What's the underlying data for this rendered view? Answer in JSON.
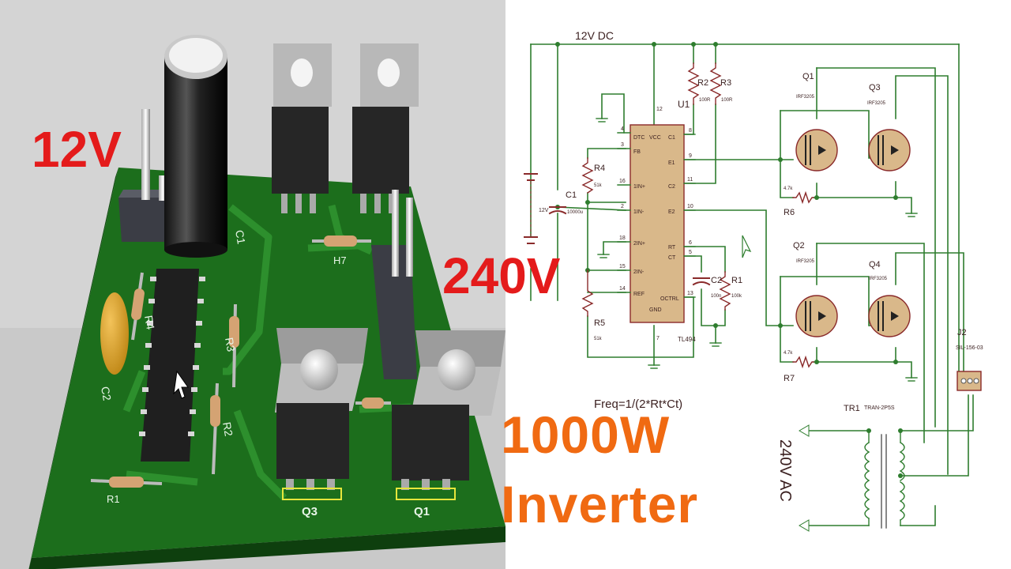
{
  "overlay": {
    "label_12v": "12V",
    "label_240v": "240V",
    "title_line1": "1000W",
    "title_line2": "Inverter"
  },
  "pcb": {
    "silkscreen": {
      "c1": "C1",
      "c2": "C2",
      "r1": "R1",
      "r2": "R2",
      "r3": "R3",
      "r4": "R4",
      "q1": "Q1",
      "q3": "Q3",
      "h7": "H7"
    }
  },
  "schematic": {
    "supply_label": "12V DC",
    "battery_label": "12V",
    "ic": {
      "ref": "U1",
      "part": "TL494",
      "pins_left": [
        "DTC",
        "FB",
        "1IN+",
        "1IN-",
        "2IN+",
        "2IN-",
        "REF"
      ],
      "pins_left_num": [
        "4",
        "3",
        "16",
        "2",
        "18",
        "15",
        "14"
      ],
      "pins_right": [
        "C1",
        "E1",
        "C2",
        "E2",
        "RT",
        "CT",
        "OCTRL"
      ],
      "pins_right_num": [
        "8",
        "9",
        "11",
        "10",
        "6",
        "5",
        "13"
      ],
      "vcc": "VCC",
      "vcc_num": "12",
      "gnd": "GND",
      "gnd_num": "7"
    },
    "components": {
      "r2": "R2",
      "r2_val": "100R",
      "r3": "R3",
      "r3_val": "100R",
      "r4": "R4",
      "r4_val": "51k",
      "r5": "R5",
      "r5_val": "51k",
      "r1": "R1",
      "r1_val": "100k",
      "c1": "C1",
      "c1_val": "10000u",
      "c2": "C2",
      "c2_val": "100n",
      "q1": "Q1",
      "q1_part": "IRF3205",
      "q3": "Q3",
      "q3_part": "IRF3205",
      "q2": "Q2",
      "q2_part": "IRF3205",
      "q4": "Q4",
      "q4_part": "IRF3205",
      "r6": "R6",
      "r6_val": "4.7k",
      "r7": "R7",
      "r7_val": "4.7k",
      "tr1": "TR1",
      "tr1_part": "TRAN-2P5S",
      "j2": "J2",
      "j2_part": "SIL-156-03",
      "ac_out": "240V AC"
    },
    "formula": "Freq=1/(2*Rt*Ct)"
  },
  "colors": {
    "pcb_green": "#1f7a1f",
    "wire": "#2e7d2e",
    "component_fill": "#d9b88a",
    "label_red": "#e41b1b",
    "label_orange": "#f06a12"
  }
}
